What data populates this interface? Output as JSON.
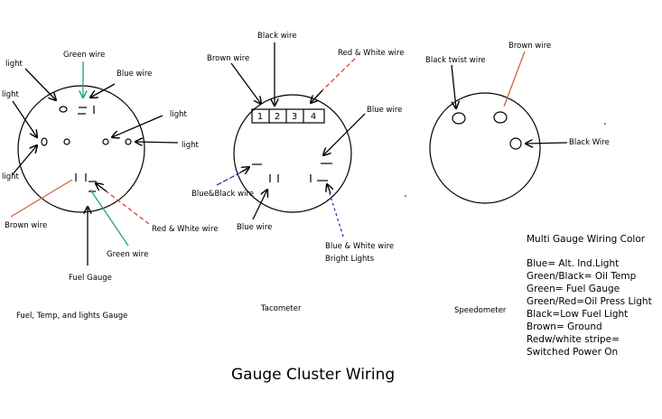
{
  "title": "Gauge Cluster Wiring",
  "gauges": {
    "left": {
      "caption": "Fuel, Temp, and lights Gauge",
      "labels": {
        "green_wire_top": "Green wire",
        "blue_wire": "Blue wire",
        "light_1": "light",
        "light_2": "light",
        "light_3": "light",
        "light_4": "light",
        "light_5": "light",
        "brown_wire": "Brown wire",
        "red_white_wire": "Red & White wire",
        "green_wire_bottom": "Green wire",
        "fuel_gauge": "Fuel Gauge"
      }
    },
    "tach": {
      "caption": "Tacometer",
      "pins": [
        "1",
        "2",
        "3",
        "4"
      ],
      "labels": {
        "black_wire": "Black wire",
        "brown_wire": "Brown wire",
        "red_white_wire": "Red & White wire",
        "blue_wire_right": "Blue wire",
        "blue_black_wire": "Blue&Black wire",
        "blue_wire_bottom": "Blue wire",
        "blue_white_wire": "Blue & White wire",
        "bright_lights": "Bright Lights"
      }
    },
    "speedo": {
      "caption": "Speedometer",
      "labels": {
        "black_twist_wire": "Black twist wire",
        "brown_wire": "Brown wire",
        "black_wire": "Black Wire"
      }
    }
  },
  "legend": {
    "heading": "Multi Gauge Wiring Color",
    "lines": [
      "Blue= Alt. Ind.Light",
      "Green/Black= Oil Temp",
      "Green= Fuel Gauge",
      "Green/Red=Oil Press Light",
      "Black=Low Fuel Light",
      "Brown= Ground",
      "Redw/white stripe=",
      "Switched Power On"
    ]
  },
  "colors": {
    "line": "#000000",
    "green": "#19a87a",
    "brown": "#c8643a",
    "red": "#d94040",
    "blue": "#1f3fa8"
  }
}
